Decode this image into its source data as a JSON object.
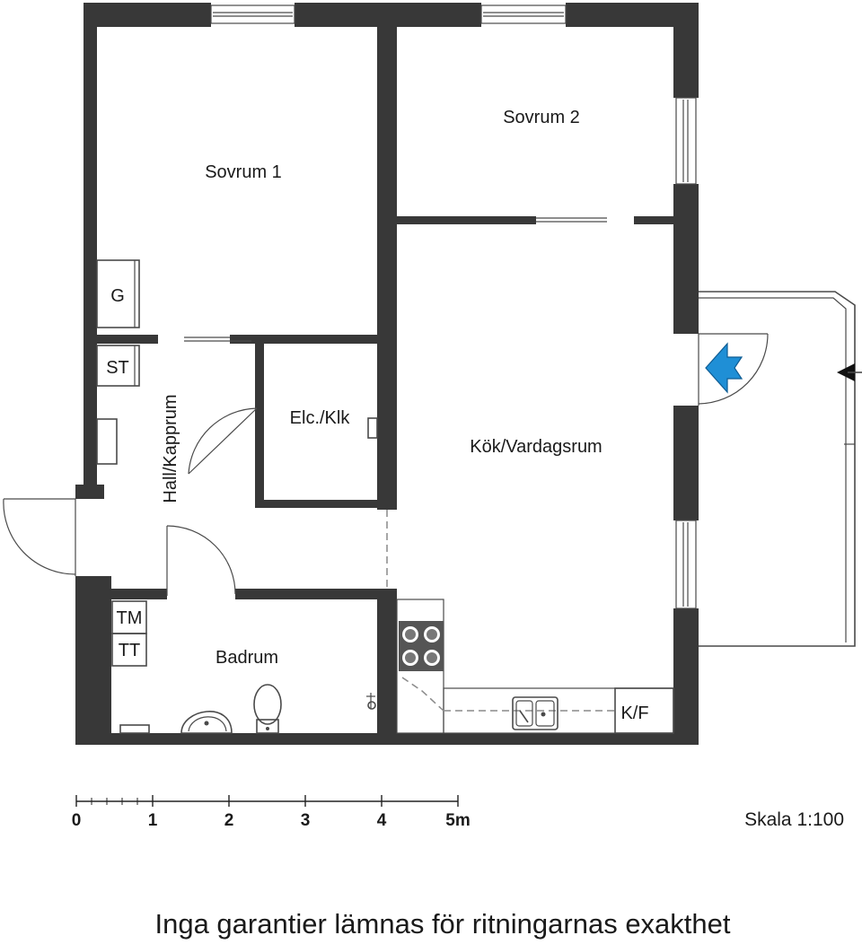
{
  "rooms": {
    "bedroom_1": "Sovrum 1",
    "bedroom_2": "Sovrum 2",
    "hall": "Hall/Kapprum",
    "electric_closet": "Elc./Klk",
    "kitchen_living": "Kök/Vardagsrum",
    "bathroom": "Badrum"
  },
  "fixtures": {
    "wardrobe_g": "G",
    "storage_st": "ST",
    "washer_tm": "TM",
    "dryer_tt": "TT",
    "fridge_freezer": "K/F"
  },
  "scale_bar": {
    "ticks": [
      "0",
      "1",
      "2",
      "3",
      "4",
      "5m"
    ]
  },
  "scale_text": "Skala 1:100",
  "disclaimer": "Inga garantier lämnas för ritningarnas exakthet",
  "colors": {
    "walls": "#383838",
    "entrance_arrow": "#1f8fd6",
    "background": "#ffffff"
  },
  "icons": {
    "entrance": "blue-entrance-arrow-icon",
    "balcony_direction": "black-triangle-arrow-icon"
  }
}
